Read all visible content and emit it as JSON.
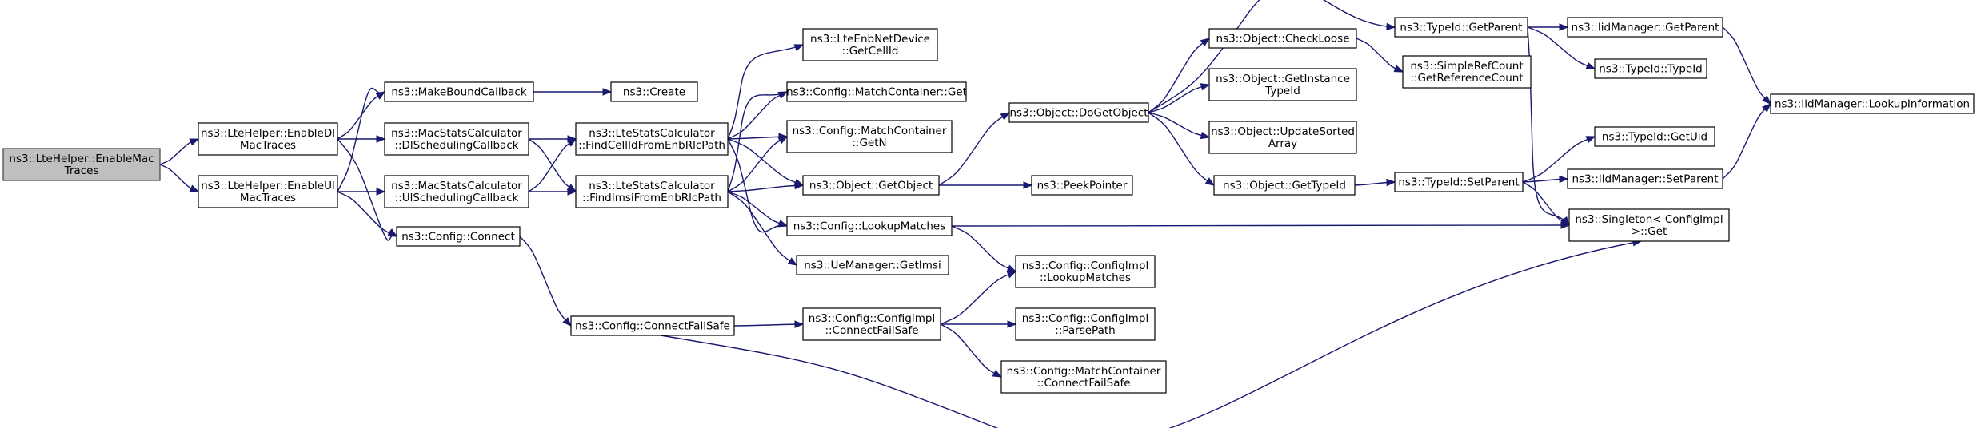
{
  "diagram": {
    "nodes": [
      {
        "id": "root",
        "lines": [
          "ns3::LteHelper::EnableMac",
          "Traces"
        ],
        "root": true
      },
      {
        "id": "enableDl",
        "lines": [
          "ns3::LteHelper::EnableDl",
          "MacTraces"
        ]
      },
      {
        "id": "enableUl",
        "lines": [
          "ns3::LteHelper::EnableUl",
          "MacTraces"
        ]
      },
      {
        "id": "makeBound",
        "lines": [
          "ns3::MakeBoundCallback"
        ]
      },
      {
        "id": "macDl",
        "lines": [
          "ns3::MacStatsCalculator",
          "::DlSchedulingCallback"
        ]
      },
      {
        "id": "macUl",
        "lines": [
          "ns3::MacStatsCalculator",
          "::UlSchedulingCallback"
        ]
      },
      {
        "id": "cfgConnect",
        "lines": [
          "ns3::Config::Connect"
        ]
      },
      {
        "id": "create",
        "lines": [
          "ns3::Create"
        ]
      },
      {
        "id": "findCell",
        "lines": [
          "ns3::LteStatsCalculator",
          "::FindCellIdFromEnbRlcPath"
        ]
      },
      {
        "id": "findImsi",
        "lines": [
          "ns3::LteStatsCalculator",
          "::FindImsiFromEnbRlcPath"
        ]
      },
      {
        "id": "connFailSafe",
        "lines": [
          "ns3::Config::ConnectFailSafe"
        ]
      },
      {
        "id": "getCellId",
        "lines": [
          "ns3::LteEnbNetDevice",
          "::GetCellId"
        ]
      },
      {
        "id": "mcGet",
        "lines": [
          "ns3::Config::MatchContainer::Get"
        ]
      },
      {
        "id": "mcGetN",
        "lines": [
          "ns3::Config::MatchContainer",
          "::GetN"
        ]
      },
      {
        "id": "objGetObject",
        "lines": [
          "ns3::Object::GetObject"
        ]
      },
      {
        "id": "lookupMatches",
        "lines": [
          "ns3::Config::LookupMatches"
        ]
      },
      {
        "id": "ueGetImsi",
        "lines": [
          "ns3::UeManager::GetImsi"
        ]
      },
      {
        "id": "implConnFS",
        "lines": [
          "ns3::Config::ConfigImpl",
          "::ConnectFailSafe"
        ]
      },
      {
        "id": "doGetObject",
        "lines": [
          "ns3::Object::DoGetObject"
        ]
      },
      {
        "id": "peekPointer",
        "lines": [
          "ns3::PeekPointer"
        ]
      },
      {
        "id": "implLookup",
        "lines": [
          "ns3::Config::ConfigImpl",
          "::LookupMatches"
        ]
      },
      {
        "id": "implParse",
        "lines": [
          "ns3::Config::ConfigImpl",
          "::ParsePath"
        ]
      },
      {
        "id": "mcConnFS",
        "lines": [
          "ns3::Config::MatchContainer",
          "::ConnectFailSafe"
        ]
      },
      {
        "id": "checkLoose",
        "lines": [
          "ns3::Object::CheckLoose"
        ]
      },
      {
        "id": "getInstTid",
        "lines": [
          "ns3::Object::GetInstance",
          "TypeId"
        ]
      },
      {
        "id": "updSorted",
        "lines": [
          "ns3::Object::UpdateSorted",
          "Array"
        ]
      },
      {
        "id": "objGetTypeId",
        "lines": [
          "ns3::Object::GetTypeId"
        ]
      },
      {
        "id": "tidGetParent",
        "lines": [
          "ns3::TypeId::GetParent"
        ]
      },
      {
        "id": "refCount",
        "lines": [
          "ns3::SimpleRefCount",
          "::GetReferenceCount"
        ]
      },
      {
        "id": "tidSetParent",
        "lines": [
          "ns3::TypeId::SetParent"
        ]
      },
      {
        "id": "iidGetParent",
        "lines": [
          "ns3::IidManager::GetParent"
        ]
      },
      {
        "id": "tidTypeId",
        "lines": [
          "ns3::TypeId::TypeId"
        ]
      },
      {
        "id": "tidGetUid",
        "lines": [
          "ns3::TypeId::GetUid"
        ]
      },
      {
        "id": "iidSetParent",
        "lines": [
          "ns3::IidManager::SetParent"
        ]
      },
      {
        "id": "singletonGet",
        "lines": [
          "ns3::Singleton< ConfigImpl",
          " >::Get"
        ]
      },
      {
        "id": "iidLookup",
        "lines": [
          "ns3::IidManager::LookupInformation"
        ]
      }
    ],
    "edges": [
      [
        "root",
        "enableDl"
      ],
      [
        "root",
        "enableUl"
      ],
      [
        "enableDl",
        "makeBound"
      ],
      [
        "enableDl",
        "macDl"
      ],
      [
        "enableDl",
        "cfgConnect"
      ],
      [
        "enableUl",
        "makeBound"
      ],
      [
        "enableUl",
        "macUl"
      ],
      [
        "enableUl",
        "cfgConnect"
      ],
      [
        "makeBound",
        "create"
      ],
      [
        "macDl",
        "findCell"
      ],
      [
        "macDl",
        "findImsi"
      ],
      [
        "macUl",
        "findCell"
      ],
      [
        "macUl",
        "findImsi"
      ],
      [
        "cfgConnect",
        "connFailSafe"
      ],
      [
        "findCell",
        "getCellId"
      ],
      [
        "findCell",
        "mcGet"
      ],
      [
        "findCell",
        "mcGetN"
      ],
      [
        "findCell",
        "objGetObject"
      ],
      [
        "findCell",
        "lookupMatches"
      ],
      [
        "findImsi",
        "mcGet"
      ],
      [
        "findImsi",
        "mcGetN"
      ],
      [
        "findImsi",
        "objGetObject"
      ],
      [
        "findImsi",
        "lookupMatches"
      ],
      [
        "findImsi",
        "ueGetImsi"
      ],
      [
        "connFailSafe",
        "implConnFS"
      ],
      [
        "connFailSafe",
        "singletonGet"
      ],
      [
        "objGetObject",
        "doGetObject"
      ],
      [
        "objGetObject",
        "peekPointer"
      ],
      [
        "lookupMatches",
        "implLookup"
      ],
      [
        "lookupMatches",
        "singletonGet"
      ],
      [
        "implConnFS",
        "implLookup"
      ],
      [
        "implConnFS",
        "implParse"
      ],
      [
        "implConnFS",
        "mcConnFS"
      ],
      [
        "doGetObject",
        "tidGetParent"
      ],
      [
        "doGetObject",
        "checkLoose"
      ],
      [
        "doGetObject",
        "getInstTid"
      ],
      [
        "doGetObject",
        "updSorted"
      ],
      [
        "doGetObject",
        "objGetTypeId"
      ],
      [
        "checkLoose",
        "refCount"
      ],
      [
        "objGetTypeId",
        "tidSetParent"
      ],
      [
        "tidGetParent",
        "iidGetParent"
      ],
      [
        "tidGetParent",
        "tidTypeId"
      ],
      [
        "tidGetParent",
        "singletonGet"
      ],
      [
        "tidSetParent",
        "tidGetUid"
      ],
      [
        "tidSetParent",
        "iidSetParent"
      ],
      [
        "tidSetParent",
        "singletonGet"
      ],
      [
        "iidGetParent",
        "iidLookup"
      ],
      [
        "iidSetParent",
        "iidLookup"
      ]
    ],
    "colors": {
      "edge": "#191970",
      "root_fill": "#bfbfbf",
      "node_fill": "#ffffff",
      "node_border": "#000000"
    }
  }
}
